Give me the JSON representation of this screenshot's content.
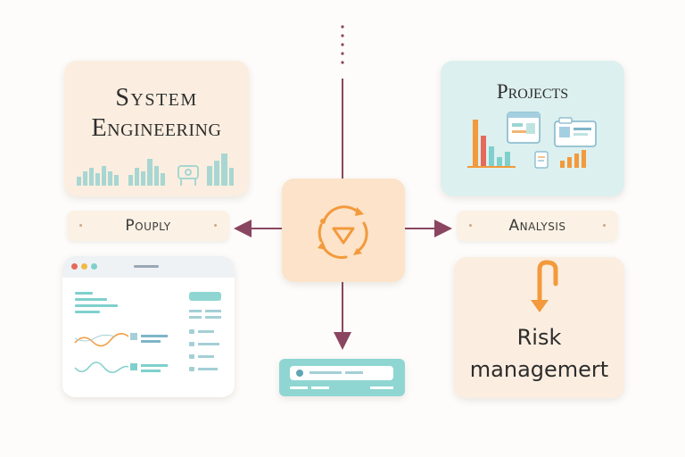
{
  "cards": {
    "system_engineering": {
      "line1": "System",
      "line2": "Engineering"
    },
    "projects": {
      "title": "Projects"
    },
    "risk": {
      "line1": "Risk",
      "line2": "managemert"
    }
  },
  "labels": {
    "left": "Pouply",
    "right": "Analysis"
  },
  "icons": {
    "center": "cycle-icon",
    "risk": "u-turn-arrow-icon"
  },
  "colors": {
    "peach": "#fbeee0",
    "mint": "#dcf0ef",
    "connector": "#8a4560",
    "accent_orange": "#f29a3c",
    "teal": "#7fd0cc"
  }
}
